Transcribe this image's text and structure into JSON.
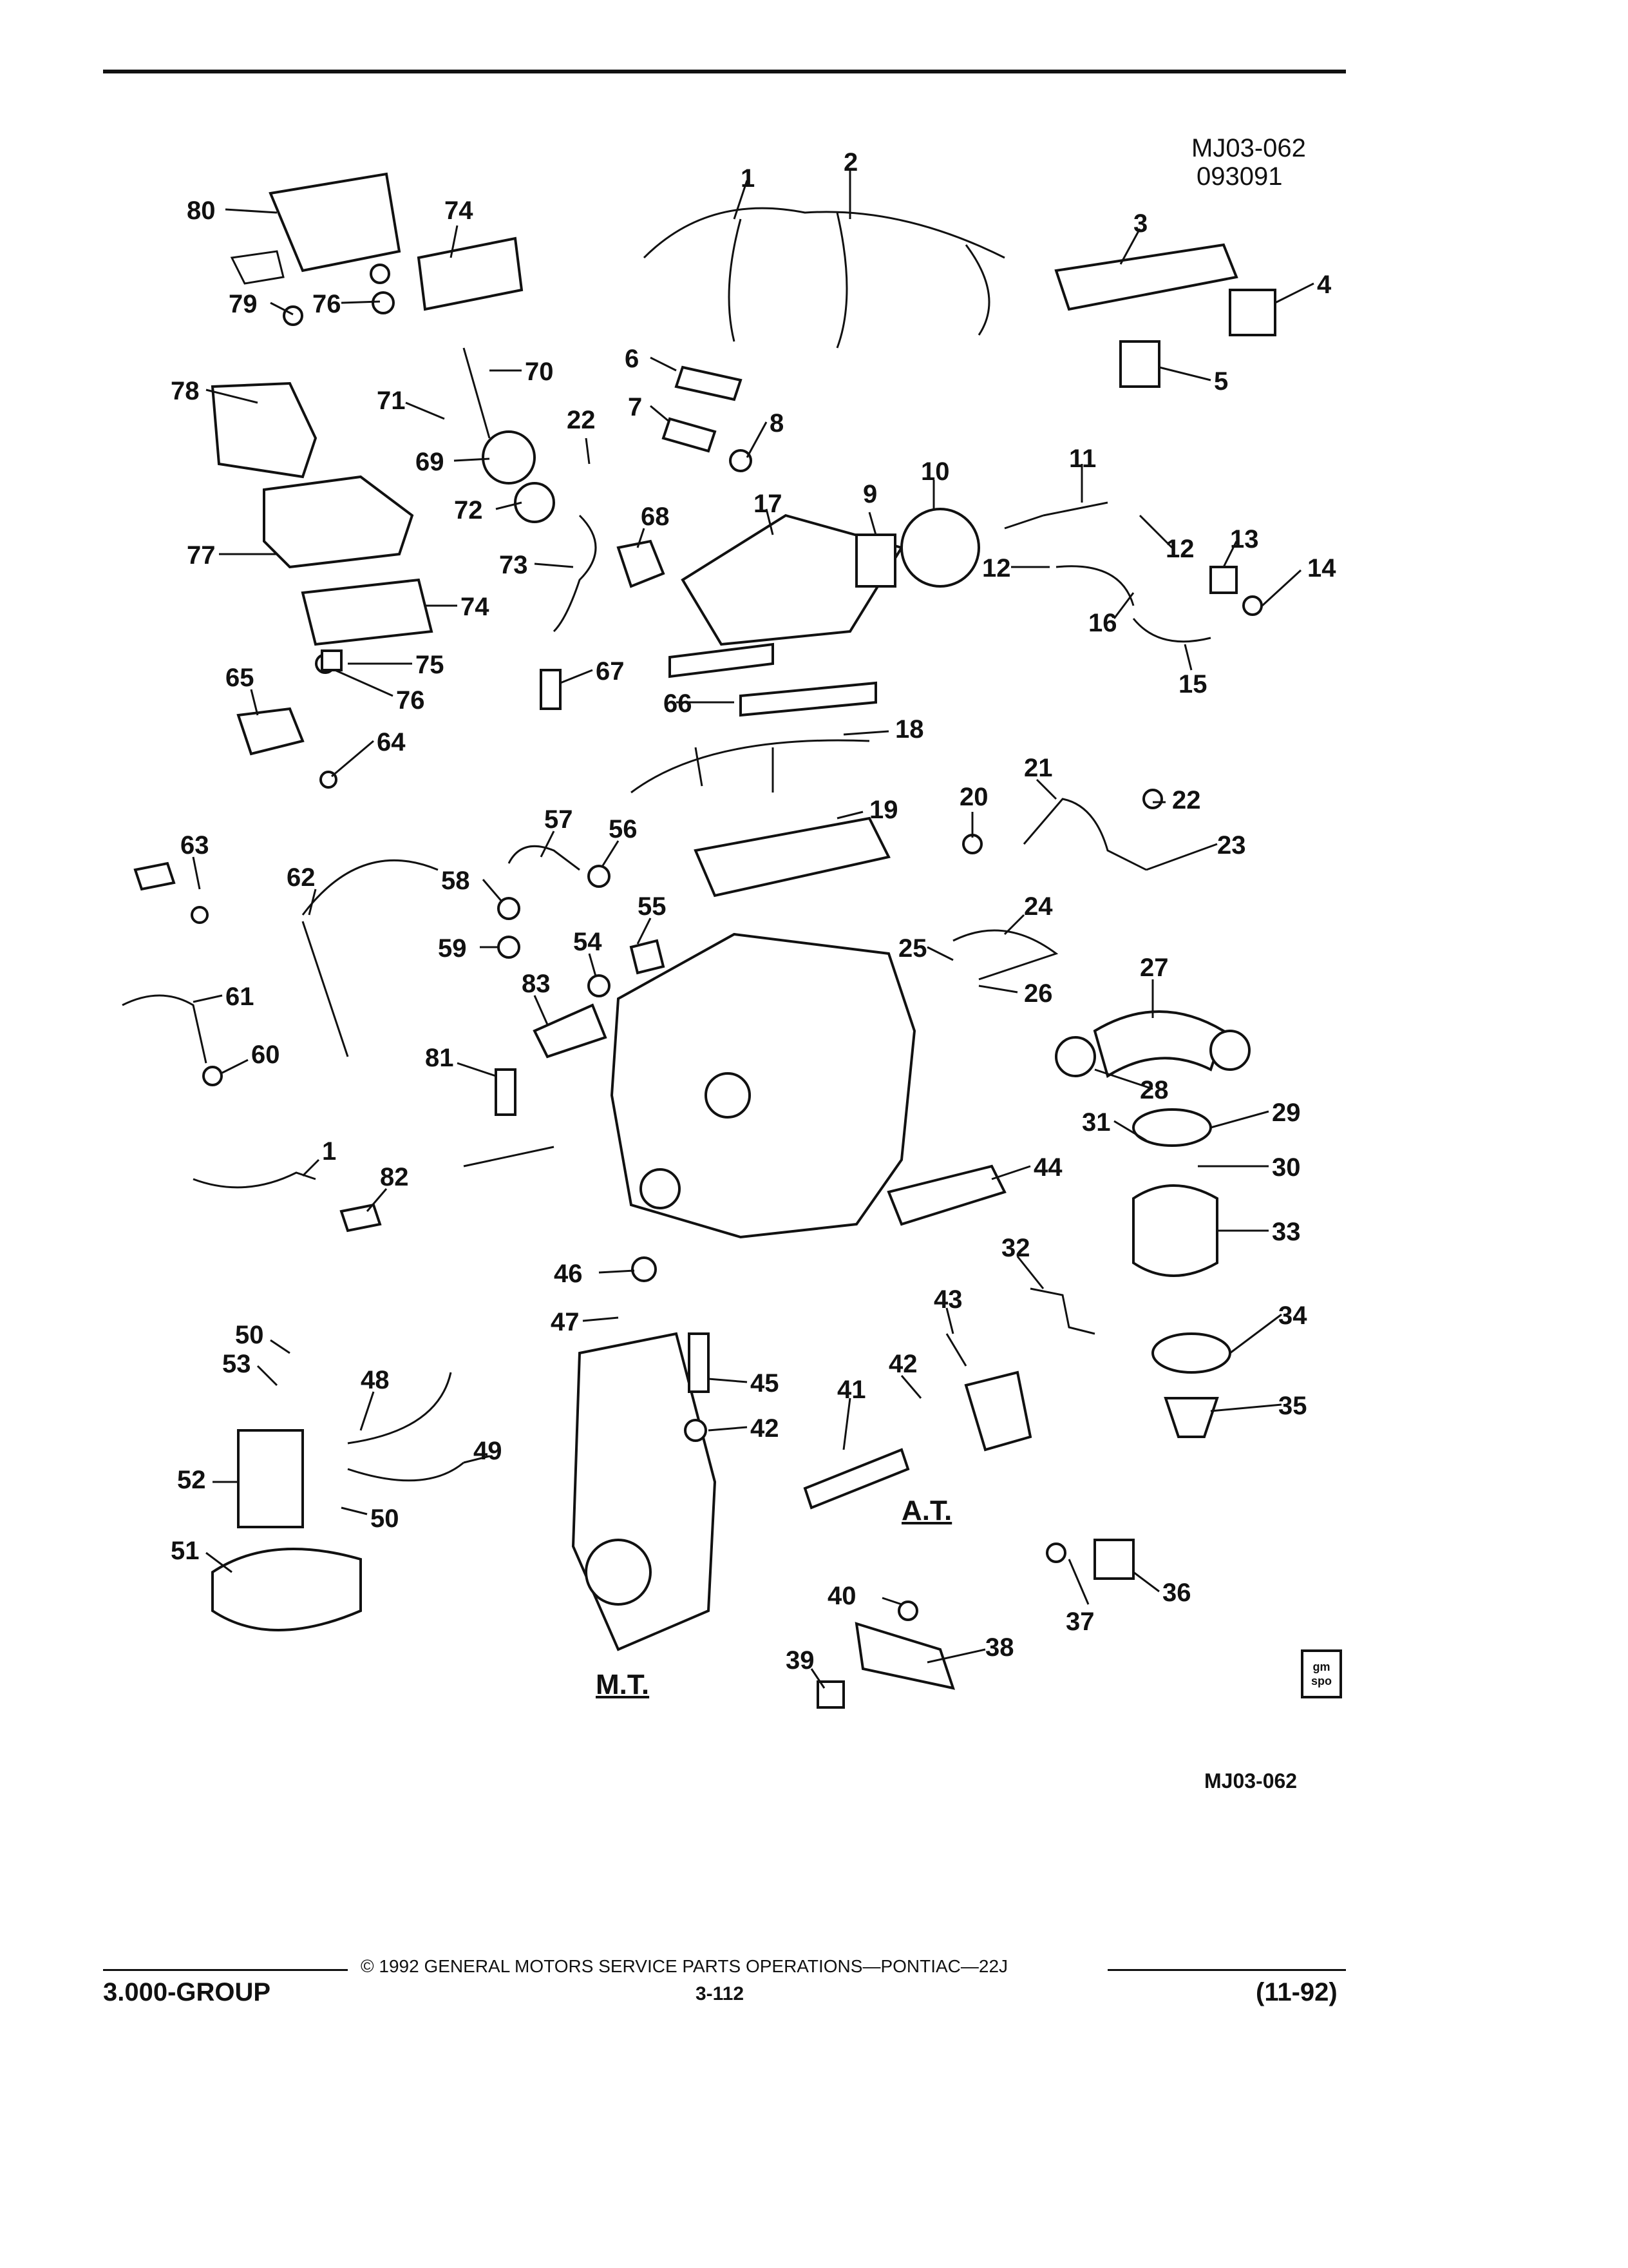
{
  "header": {
    "id_line1": "MJ03-062",
    "id_line2": "093091"
  },
  "labels": {
    "manual": "M.T.",
    "automatic": "A.T."
  },
  "bottom_code": "MJ03-062",
  "logo_text": "gm spo",
  "footer": {
    "group": "3.000-GROUP",
    "copyright": "© 1992 GENERAL MOTORS SERVICE PARTS OPERATIONS—PONTIAC—22J",
    "page": "3-112",
    "date": "(11-92)"
  },
  "callouts": [
    "80",
    "74",
    "79",
    "76",
    "78",
    "71",
    "70",
    "22",
    "69",
    "72",
    "77",
    "73",
    "68",
    "74",
    "75",
    "76",
    "67",
    "65",
    "64",
    "6",
    "7",
    "8",
    "1",
    "2",
    "3",
    "4",
    "5",
    "17",
    "9",
    "10",
    "11",
    "12",
    "12",
    "16",
    "15",
    "13",
    "14",
    "66",
    "18",
    "20",
    "21",
    "22",
    "23",
    "19",
    "24",
    "25",
    "26",
    "27",
    "28",
    "29",
    "31",
    "30",
    "33",
    "44",
    "63",
    "62",
    "58",
    "57",
    "56",
    "59",
    "55",
    "54",
    "83",
    "61",
    "60",
    "81",
    "1",
    "82",
    "46",
    "47",
    "45",
    "42",
    "43",
    "32",
    "34",
    "35",
    "42",
    "41",
    "50",
    "53",
    "48",
    "52",
    "49",
    "50",
    "51",
    "40",
    "38",
    "39",
    "36",
    "37"
  ]
}
